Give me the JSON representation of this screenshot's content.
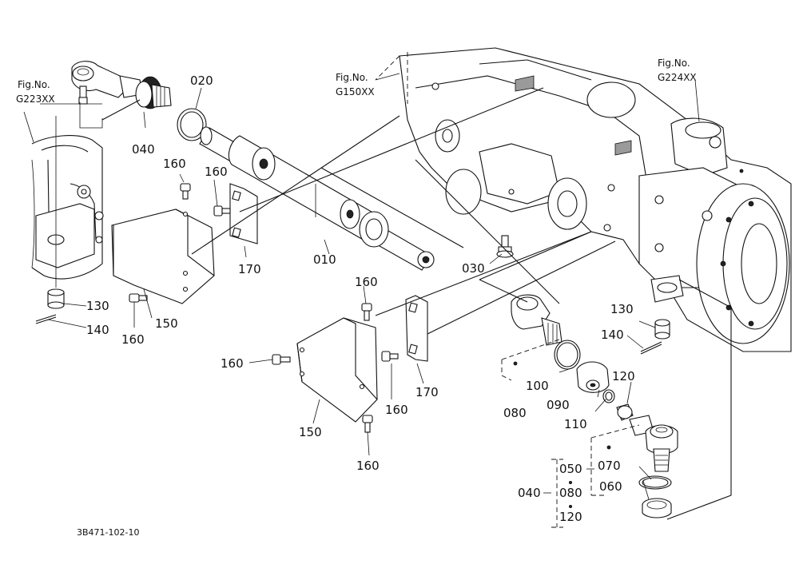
{
  "fig_refs": {
    "left": {
      "line1": "Fig.No.",
      "line2": "G223XX"
    },
    "center": {
      "line1": "Fig.No.",
      "line2": "G150XX"
    },
    "right": {
      "line1": "Fig.No.",
      "line2": "G224XX"
    }
  },
  "callouts": {
    "c020": "020",
    "c040_top": "040",
    "c160_a": "160",
    "c160_b": "160",
    "c170_a": "170",
    "c010": "010",
    "c030": "030",
    "c130_left": "130",
    "c140_left": "140",
    "c150_a": "150",
    "c160_c": "160",
    "c160_d": "160",
    "c160_e": "160",
    "c160_f": "160",
    "c160_g": "160",
    "c170_b": "170",
    "c150_b": "150",
    "c130_right": "130",
    "c140_right": "140",
    "c100": "100",
    "c090": "090",
    "c080_a": "080",
    "c110": "110",
    "c120_a": "120",
    "c070": "070",
    "c060": "060"
  },
  "kit_legend": {
    "parent": "040",
    "items": [
      "050",
      "080",
      "120"
    ]
  },
  "drawing_number": "3B471-102-10"
}
